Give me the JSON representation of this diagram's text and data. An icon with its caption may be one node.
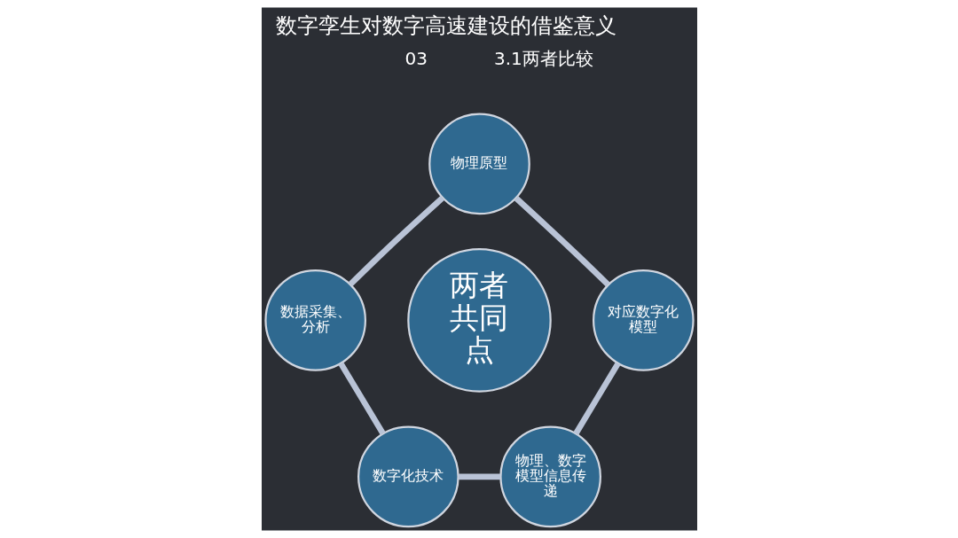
{
  "diagram": {
    "title": "数字孪生对数字高速建设的借鉴意义",
    "nodes": [
      {
        "text": [
          "物理原型"
        ]
      },
      {
        "text": [
          "数据采集、分析"
        ]
      },
      {
        "text": [
          "两者共同点"
        ]
      },
      {
        "text": [
          "对应数字化模型"
        ]
      },
      {
        "text": [
          "数字化技术"
        ]
      },
      {
        "text": [
          "物理、数字模型信息传递"
        ]
      }
    ],
    "edges": [
      {
        "from": 0,
        "to": 3,
        "arrow": "none"
      },
      {
        "from": 3,
        "to": 5,
        "arrow": "none"
      },
      {
        "from": 4,
        "to": 5,
        "arrow": "none"
      },
      {
        "from": 1,
        "to": 4,
        "arrow": "none"
      },
      {
        "from": 0,
        "to": 1,
        "arrow": "none"
      }
    ],
    "labels": [
      "03",
      "3.1两者比较"
    ]
  }
}
